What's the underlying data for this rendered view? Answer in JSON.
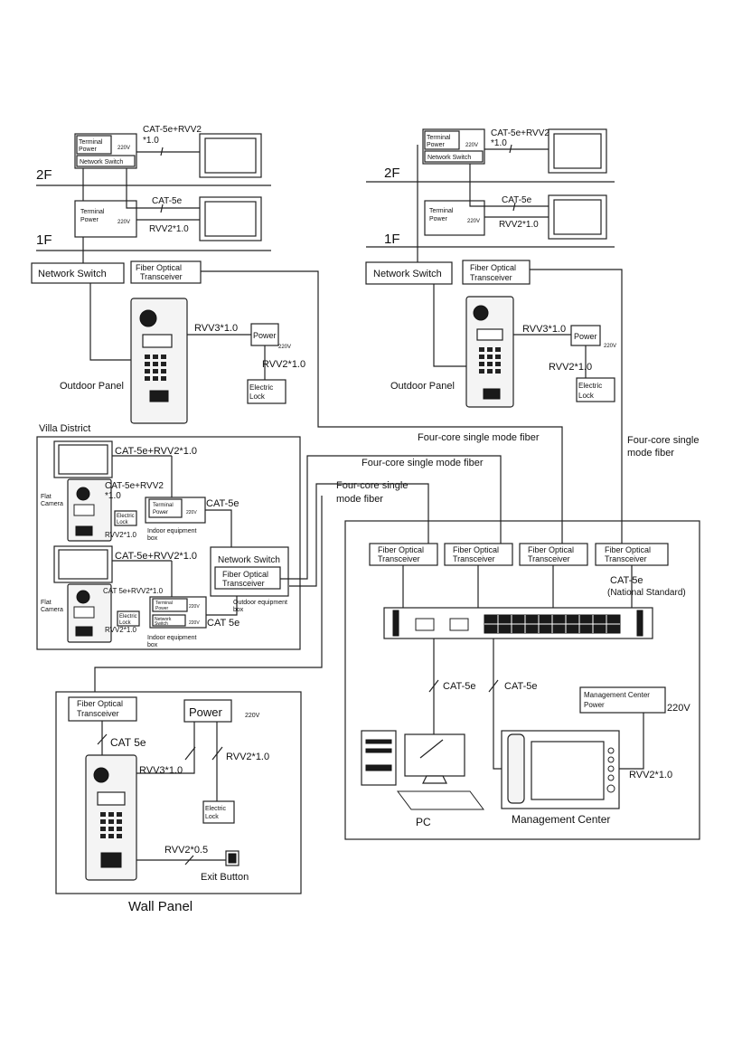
{
  "labels": {
    "floor_2f": "2F",
    "floor_1f": "1F",
    "cat5e_rvv2": "CAT-5e+RVV2",
    "star_1_0": "*1.0",
    "cat5e": "CAT-5e",
    "cat_5e_space": "CAT 5e",
    "rvv2_1_0": "RVV2*1.0",
    "rvv3_1_0": "RVV3*1.0",
    "rvv2_0_5": "RVV2*0.5",
    "cat5e_rvv2_1_0": "CAT-5e+RVV2*1.0",
    "cat5e_rvv2_small": "CAT 5e+RVV2*1.0",
    "terminal": "Terminal",
    "power": "Power",
    "network_switch": "Network Switch",
    "v220": "220V",
    "fiber": "Fiber Optical",
    "transceiver": "Transceiver",
    "outdoor_panel": "Outdoor Panel",
    "electric": "Electric",
    "lock": "Lock",
    "villa_district": "Villa District",
    "flat": "Flat",
    "camera": "Camera",
    "indoor_box_1": "Indoor equipment",
    "box": "box",
    "outdoor_box_1": "Outdoor equipment",
    "network_switch_small_1": "Network",
    "network_switch_small_2": "Switch",
    "four_core_single_mode_fiber": "Four-core single mode fiber",
    "four_core_single": "Four-core single",
    "mode_fiber": "mode fiber",
    "national_standard": "(National Standard)",
    "mgmt_center_power_1": "Management Center",
    "mgmt_center_power_2": "Power",
    "pc": "PC",
    "management_center": "Management Center",
    "exit_button": "Exit Button",
    "wall_panel": "Wall Panel"
  }
}
